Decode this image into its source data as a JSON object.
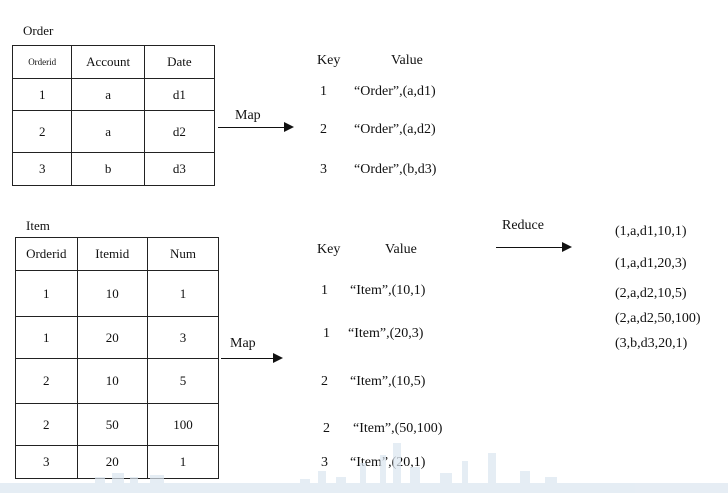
{
  "order_table": {
    "title": "Order",
    "headers": [
      "Orderid",
      "Account",
      "Date"
    ],
    "rows": [
      [
        "1",
        "a",
        "d1"
      ],
      [
        "2",
        "a",
        "d2"
      ],
      [
        "3",
        "b",
        "d3"
      ]
    ]
  },
  "item_table": {
    "title": "Item",
    "headers": [
      "Orderid",
      "Itemid",
      "Num"
    ],
    "rows": [
      [
        "1",
        "10",
        "1"
      ],
      [
        "1",
        "20",
        "3"
      ],
      [
        "2",
        "10",
        "5"
      ],
      [
        "2",
        "50",
        "100"
      ],
      [
        "3",
        "20",
        "1"
      ]
    ]
  },
  "map_label": "Map",
  "reduce_label": "Reduce",
  "order_kv": {
    "key_header": "Key",
    "value_header": "Value",
    "rows": [
      {
        "key": "1",
        "value": "“Order”,(a,d1)"
      },
      {
        "key": "2",
        "value": "“Order”,(a,d2)"
      },
      {
        "key": "3",
        "value": "“Order”,(b,d3)"
      }
    ]
  },
  "item_kv": {
    "key_header": "Key",
    "value_header": "Value",
    "rows": [
      {
        "key": "1",
        "value": "“Item”,(10,1)"
      },
      {
        "key": "1",
        "value": "“Item”,(20,3)"
      },
      {
        "key": "2",
        "value": "“Item”,(10,5)"
      },
      {
        "key": "2",
        "value": "“Item”,(50,100)"
      },
      {
        "key": "3",
        "value": "“Item”,(20,1)"
      }
    ]
  },
  "results": [
    "(1,a,d1,10,1)",
    "(1,a,d1,20,3)",
    "(2,a,d2,10,5)",
    "(2,a,d2,50,100)",
    "(3,b,d3,20,1)"
  ]
}
